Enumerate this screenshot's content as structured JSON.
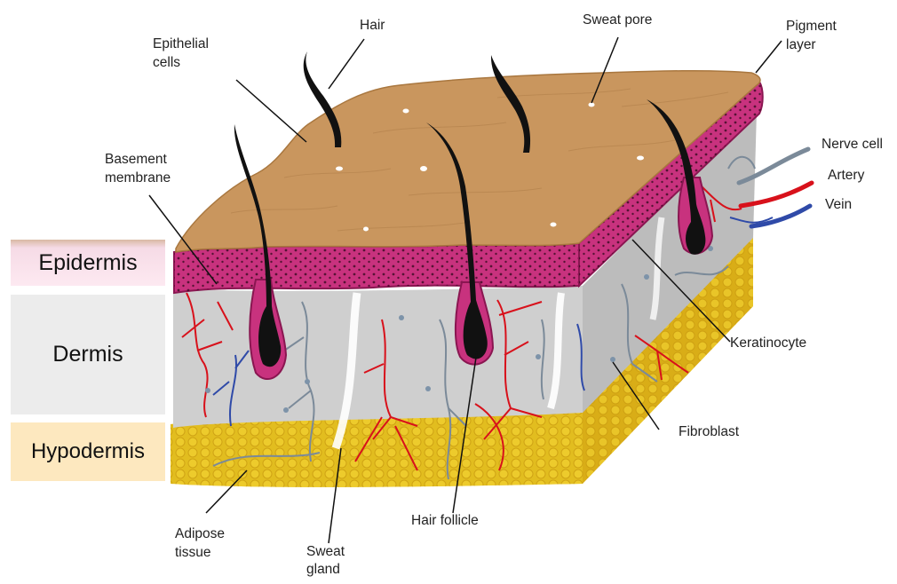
{
  "layers": {
    "epidermis": "Epidermis",
    "dermis": "Dermis",
    "hypodermis": "Hypodermis"
  },
  "labels": {
    "hair": "Hair",
    "epithelial_cells_1": "Epithelial",
    "epithelial_cells_2": "cells",
    "sweat_pore": "Sweat pore",
    "pigment_layer_1": "Pigment",
    "pigment_layer_2": "layer",
    "nerve_cell": "Nerve cell",
    "artery": "Artery",
    "vein": "Vein",
    "basement_membrane_1": "Basement",
    "basement_membrane_2": "membrane",
    "keratinocyte": "Keratinocyte",
    "fibroblast": "Fibroblast",
    "hair_follicle": "Hair follicle",
    "adipose_tissue_1": "Adipose",
    "adipose_tissue_2": "tissue",
    "sweat_gland_1": "Sweat",
    "sweat_gland_2": "gland"
  },
  "colors": {
    "skin_top": "#c9965e",
    "epidermis": "#c8327e",
    "dermis": "#c9c9c9",
    "fat": "#e2bd1f",
    "hair": "#111111",
    "artery": "#d8111b",
    "vein": "#2f4aa8",
    "nerve": "#7b8a99"
  }
}
